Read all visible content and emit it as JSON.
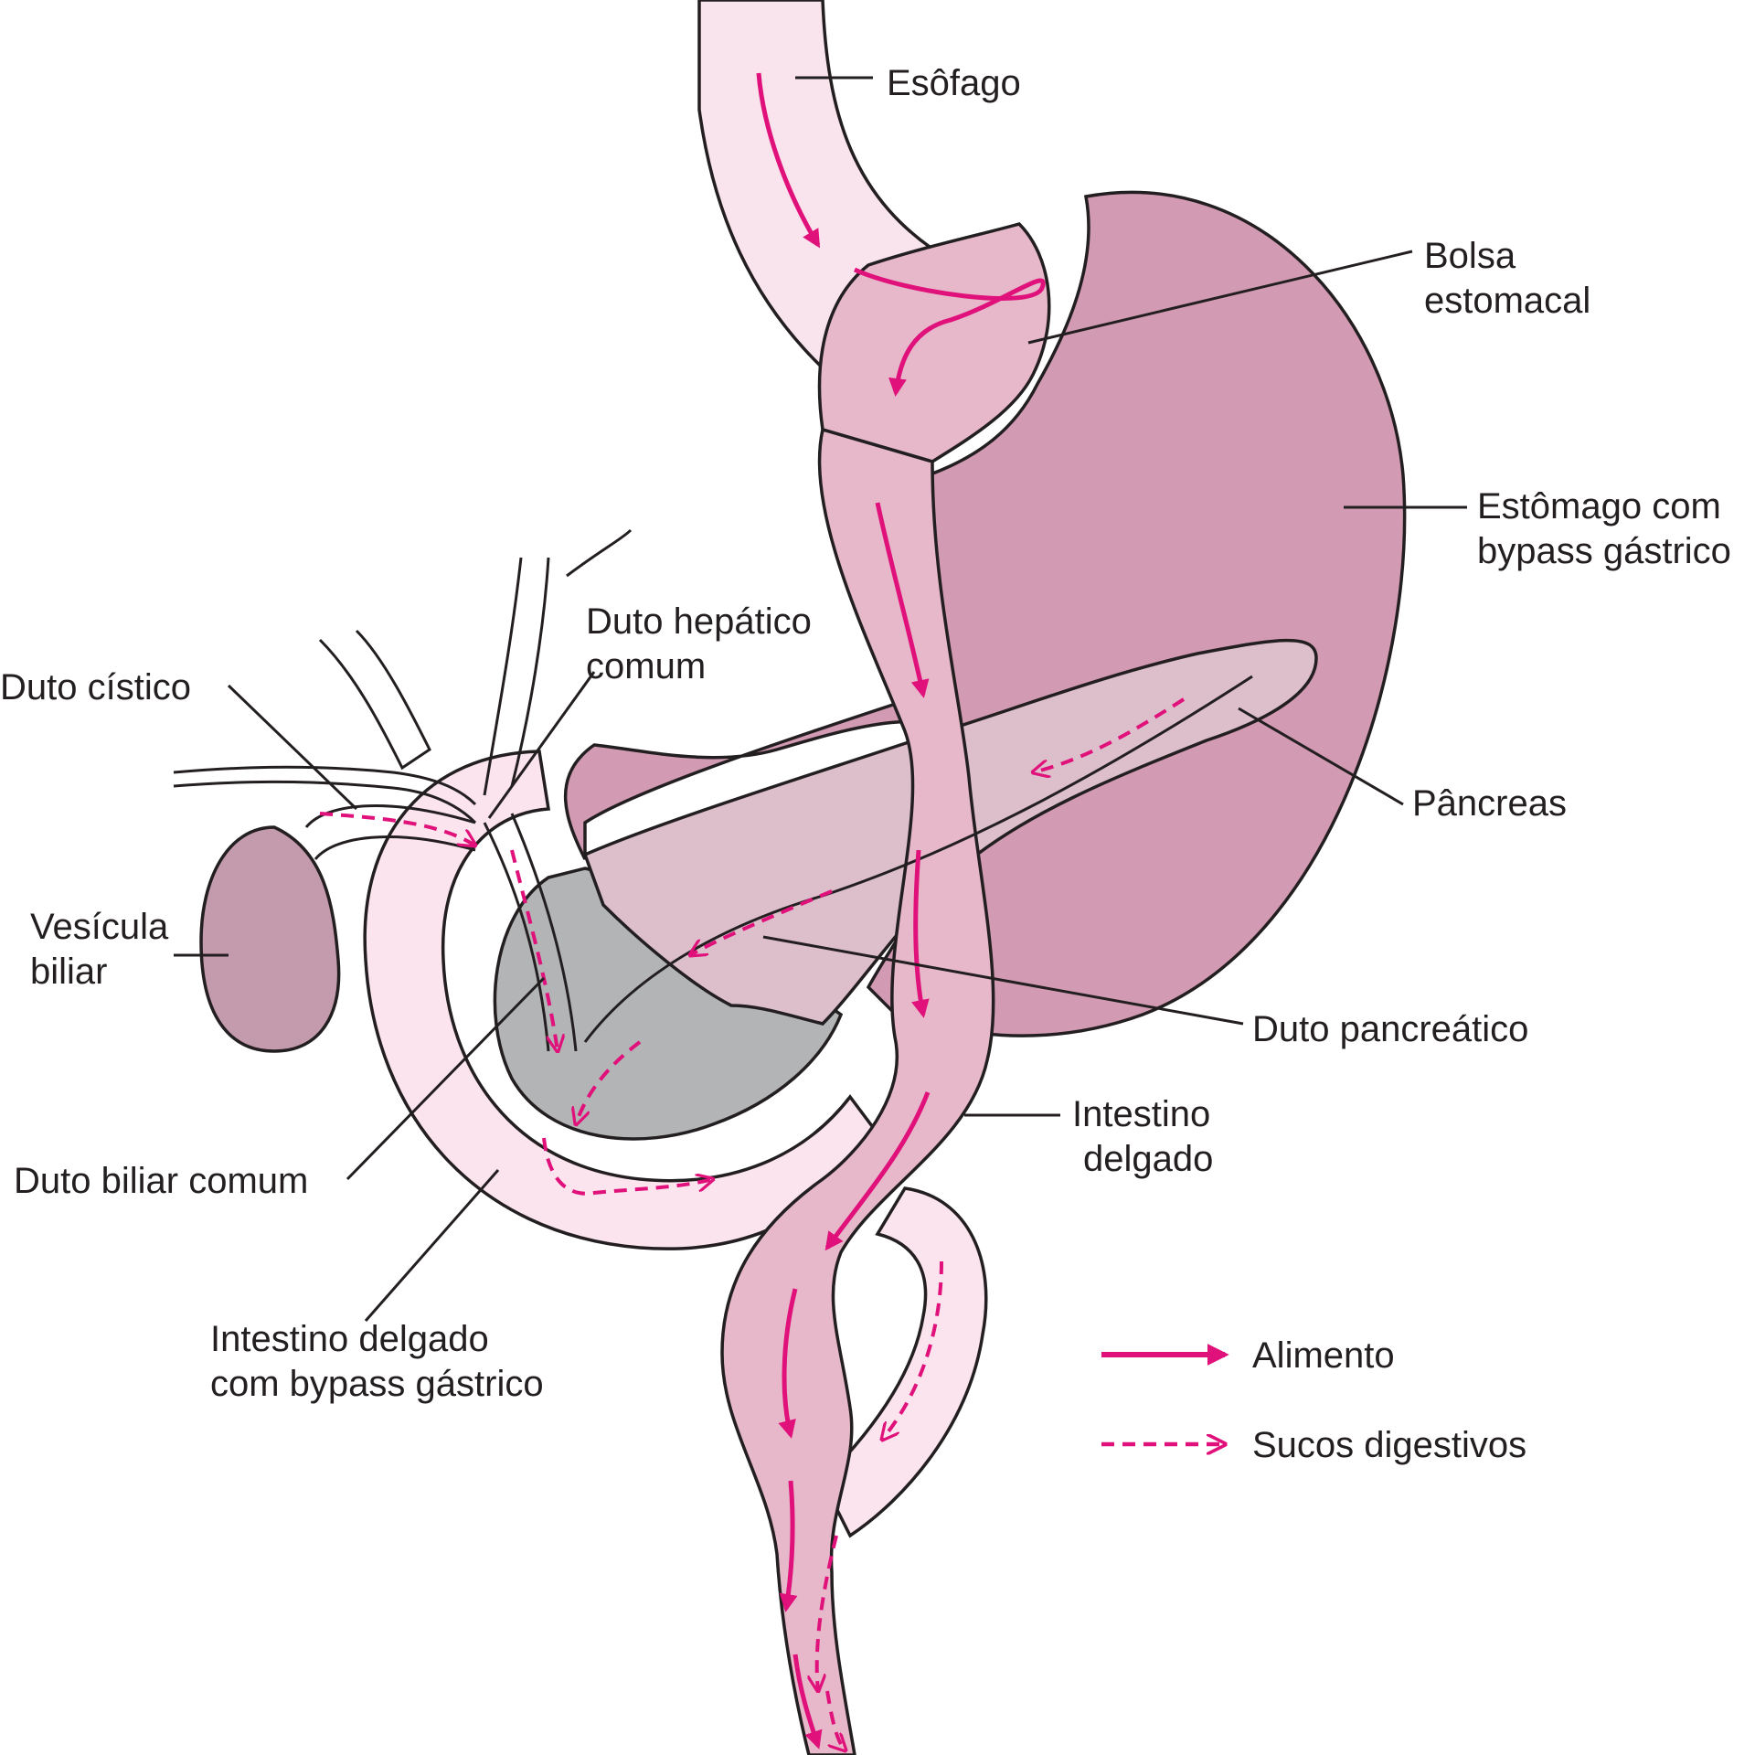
{
  "colors": {
    "flow_accent": "#e0117a",
    "esophagus_fill": "#f9e3ec",
    "stomach_fill": "#d29bb3",
    "small_intestine_fill": "#e6b8ca",
    "bypassed_intestine_fill": "#fbe4ee",
    "pancreas_fill": "#dcbfcb",
    "duodenum_fill": "#b3b4b6",
    "gallbladder_fill": "#c49aad",
    "outline": "#231f20"
  },
  "labels": {
    "esophagus": "Esôfago",
    "pouch_line1": "Bolsa",
    "pouch_line2": "estomacal",
    "bypassed_stomach_line1": "Estômago com",
    "bypassed_stomach_line2": "bypass gástrico",
    "hepatic_duct_line1": "Duto hepático",
    "hepatic_duct_line2": "comum",
    "cystic_duct": "Duto cístico",
    "pancreas": "Pâncreas",
    "gallbladder_line1": "Vesícula",
    "gallbladder_line2": "biliar",
    "pancreatic_duct": "Duto pancreático",
    "small_intestine_line1": "Intestino",
    "small_intestine_line2": "delgado",
    "bile_duct": "Duto biliar comum",
    "bypassed_intestine_line1": "Intestino delgado",
    "bypassed_intestine_line2": "com bypass gástrico"
  },
  "legend": {
    "food": "Alimento",
    "juices": "Sucos digestivos"
  }
}
